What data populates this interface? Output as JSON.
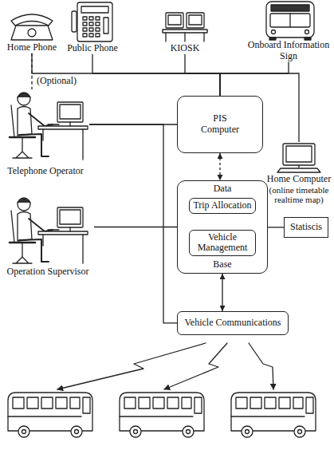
{
  "diagram": {
    "nodes": [
      {
        "text": [
          "Home Phone"
        ]
      },
      {
        "text": [
          "Public Phone"
        ]
      },
      {
        "text": [
          "KIOSK"
        ]
      },
      {
        "text": [
          "Onboard Information Sign"
        ]
      },
      {
        "text": [
          "Telephone Operator"
        ]
      },
      {
        "text": [
          "PIS Computer"
        ]
      },
      {
        "text": [
          "Home Computer",
          "(online timetable realtime map)"
        ]
      },
      {
        "text": [
          "Data",
          "Base"
        ]
      },
      {
        "text": [
          "Trip Allocation"
        ],
        "in": 7
      },
      {
        "text": [
          "Vehicle Management"
        ],
        "in": 7
      },
      {
        "text": [
          "Statiscis"
        ]
      },
      {
        "text": [
          "Operation Supervisor"
        ]
      },
      {
        "text": [
          "Vehicle Communications"
        ]
      }
    ],
    "edges": [
      {
        "from": 0,
        "to": 5,
        "arrow": "none"
      },
      {
        "from": 1,
        "to": 5,
        "arrow": "none"
      },
      {
        "from": 2,
        "to": 5,
        "arrow": "none"
      },
      {
        "from": 3,
        "to": 5,
        "arrow": "none"
      },
      {
        "from": 6,
        "to": 5,
        "arrow": "none"
      },
      {
        "from": 0,
        "to": 4,
        "label": "(Optional)",
        "arrow": "none"
      },
      {
        "from": 4,
        "to": 5,
        "arrow": "none"
      },
      {
        "from": 4,
        "to": 12,
        "arrow": "none"
      },
      {
        "from": 5,
        "to": 7,
        "arrow": "both"
      },
      {
        "from": 8,
        "to": 9,
        "arrow": "both"
      },
      {
        "from": 11,
        "to": 7,
        "arrow": "none"
      },
      {
        "from": 7,
        "to": 10,
        "arrow": "none"
      },
      {
        "from": 7,
        "to": 12,
        "arrow": "both"
      }
    ]
  }
}
